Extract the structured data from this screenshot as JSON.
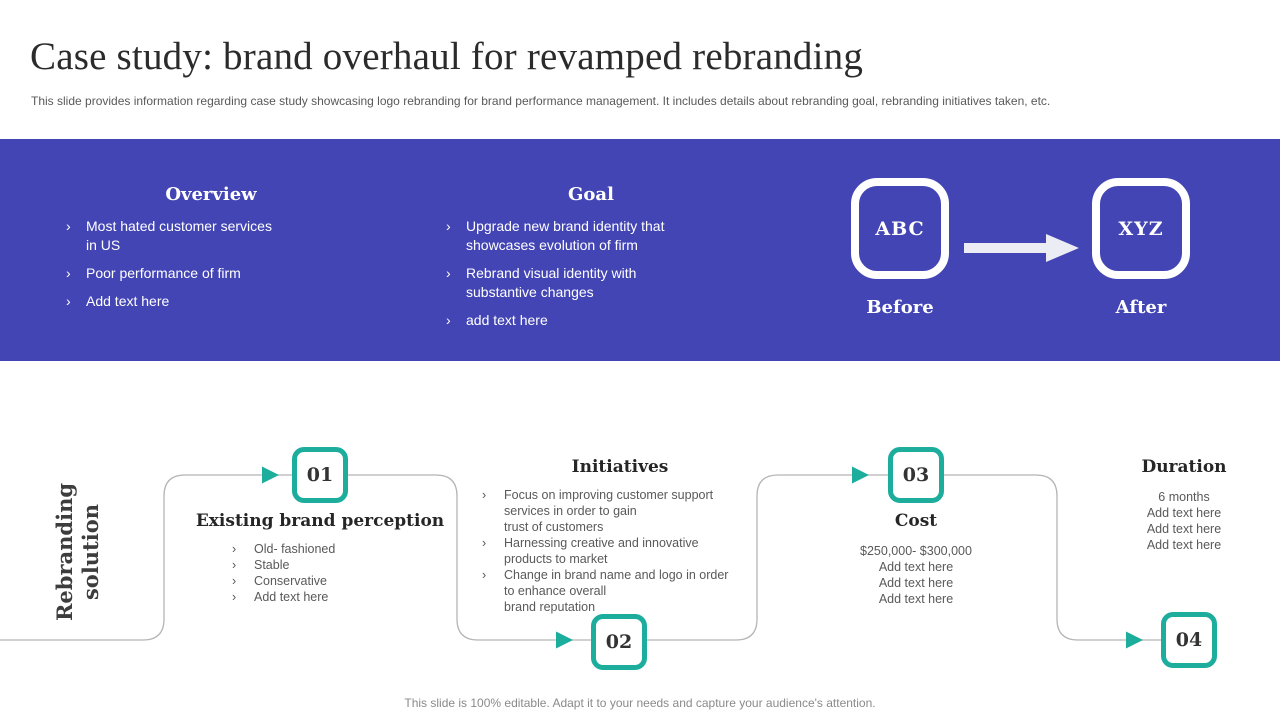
{
  "slide": {
    "title": "Case study: brand overhaul for revamped rebranding",
    "subtitle": "This slide provides information regarding case study showcasing logo rebranding for brand performance management. It includes details about rebranding goal, rebranding initiatives taken, etc.",
    "footer": "This slide is 100% editable. Adapt it to your needs and capture your audience's attention."
  },
  "icons": {
    "bullet": "›"
  },
  "banner": {
    "overview": {
      "heading": "Overview",
      "bullets": [
        "Most hated customer services\nin US",
        "Poor performance of firm",
        "Add text here"
      ]
    },
    "goal": {
      "heading": "Goal",
      "bullets": [
        "Upgrade new brand identity that\nshowcases evolution of firm",
        "Rebrand visual identity with\nsubstantive changes",
        "add text here"
      ]
    },
    "rebrand": {
      "before_logo": "ABC",
      "after_logo": "XYZ",
      "before_label": "Before",
      "after_label": "After"
    }
  },
  "solution": {
    "sidebar_label": "Rebranding solution",
    "steps": [
      {
        "number": "01",
        "heading": "Existing brand perception",
        "items": [
          "Old- fashioned",
          "Stable",
          "Conservative",
          "Add text here"
        ]
      },
      {
        "number": "02",
        "heading": "Initiatives",
        "items": [
          "Focus on improving customer support\nservices in order to gain\ntrust of customers",
          "Harnessing creative and innovative\nproducts to market",
          "Change in brand name and logo in order\nto enhance overall\nbrand reputation"
        ]
      },
      {
        "number": "03",
        "heading": "Cost",
        "items": [
          "$250,000- $300,000",
          "Add text here",
          "Add text here",
          "Add text here"
        ]
      },
      {
        "number": "04",
        "heading": "Duration",
        "items": [
          "6 months",
          "Add text here",
          "Add text here",
          "Add text here"
        ]
      }
    ]
  },
  "colors": {
    "banner-bg": "#4345b4",
    "teal": "#1cad9d",
    "line": "#b5b5b5",
    "dark": "#262626",
    "gray": "#595959",
    "footer": "#8a8a8a",
    "arrow": "#ececf4"
  }
}
